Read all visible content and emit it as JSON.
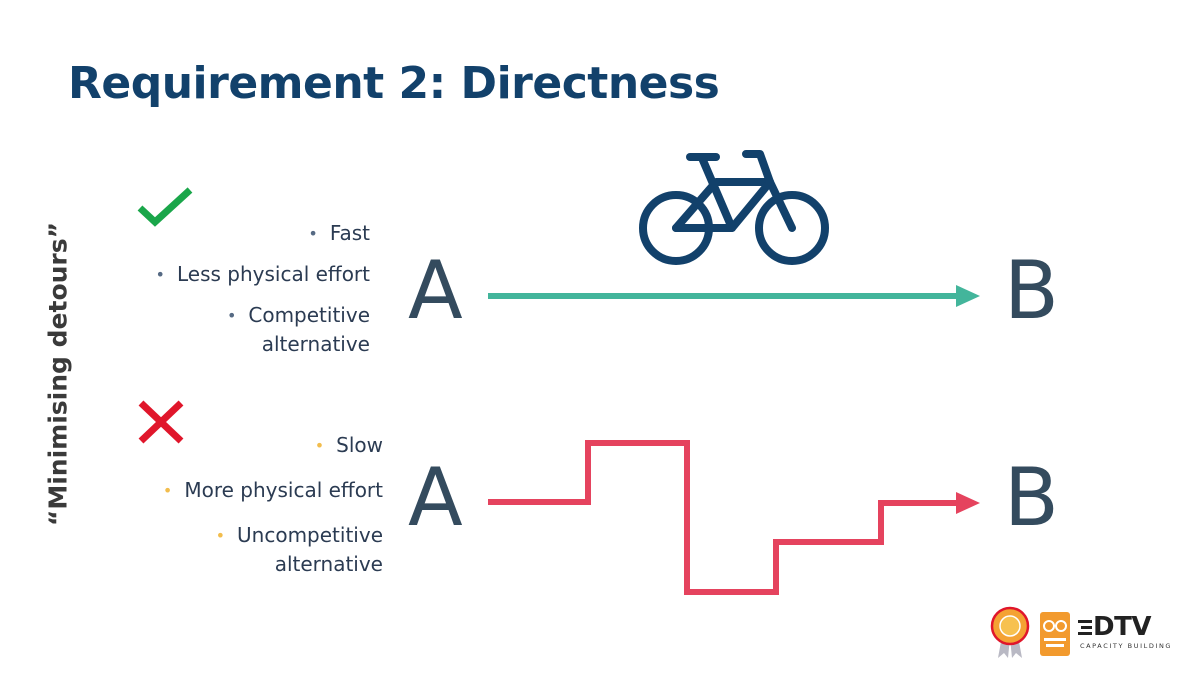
{
  "title": "Requirement 2: Directness",
  "side_label": "“Minimising detours”",
  "good": {
    "icon": "check-icon",
    "color": "#1aa64a",
    "route_color": "#43b59b",
    "bullet_color": "#566a84",
    "items": [
      "Fast",
      "Less physical effort",
      "Competitive alternative"
    ],
    "item3_lines": [
      "Competitive",
      "alternative"
    ]
  },
  "bad": {
    "icon": "cross-icon",
    "color": "#e0162b",
    "route_color": "#e5435e",
    "bullet_color": "#f2bd4d",
    "items": [
      "Slow",
      "More physical effort",
      "Uncompetitive alternative"
    ],
    "item3_lines": [
      "Uncompetitive",
      "alternative"
    ]
  },
  "points": {
    "start": "A",
    "end": "B"
  },
  "bicycle_icon": "bicycle-icon",
  "bicycle_color": "#12416b",
  "logos": {
    "dtv": "DTV",
    "dtv_sub": "CAPACITY BUILDING",
    "badge_icon": "cycling-badge-icon",
    "orange_logo_icon": "dutch-cycling-logo-icon"
  }
}
